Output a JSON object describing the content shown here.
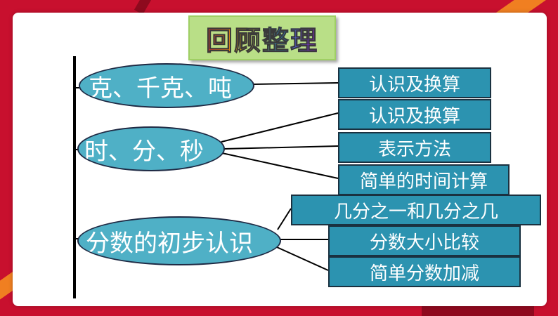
{
  "title": "回顾整理",
  "categories": [
    {
      "label": "克、千克、吨",
      "items": [
        "认识及换算"
      ]
    },
    {
      "label": "时、分、秒",
      "items": [
        "认识及换算",
        "表示方法",
        "简单的时间计算"
      ]
    },
    {
      "label": "分数的初步认识",
      "items": [
        "几分之一和几分之几",
        "分数大小比较",
        "简单分数加减"
      ]
    }
  ],
  "colors": {
    "background": "#c8102e",
    "ellipse_fill": "#4fb0c6",
    "box_fill": "#2c93b0",
    "title_fill": "#b9df87"
  }
}
